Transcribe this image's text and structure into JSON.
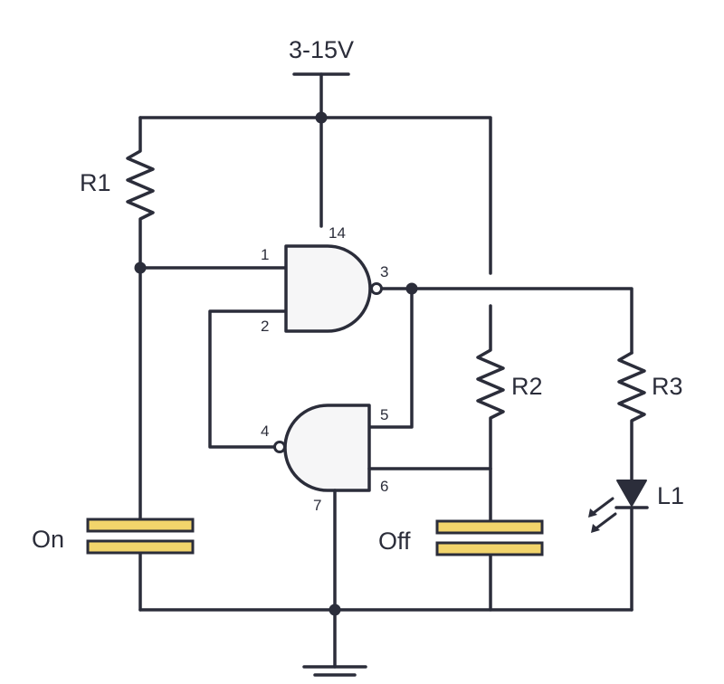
{
  "supply_label": "3-15V",
  "resistors": {
    "r1": "R1",
    "r2": "R2",
    "r3": "R3"
  },
  "led_label": "L1",
  "switch_labels": {
    "on": "On",
    "off": "Off"
  },
  "pins": {
    "p1": "1",
    "p2": "2",
    "p3": "3",
    "p4": "4",
    "p5": "5",
    "p6": "6",
    "p7": "7",
    "p14": "14"
  },
  "colors": {
    "wire": "#2b2d3a",
    "pad": "#f2d46b",
    "gate_fill": "#f6f6f7"
  }
}
